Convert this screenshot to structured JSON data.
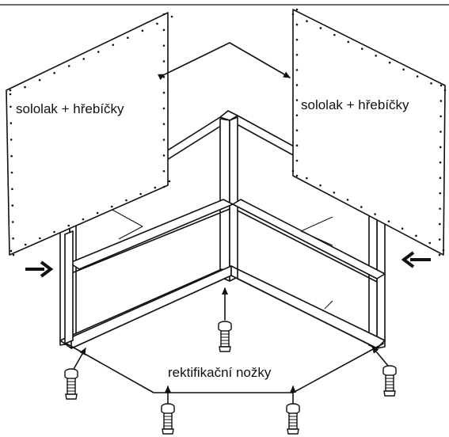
{
  "diagram": {
    "panel_left_label": "sololak + hřebíčky",
    "panel_right_label": "sololak + hřebíčky",
    "feet_label": "rektifikační nožky"
  }
}
